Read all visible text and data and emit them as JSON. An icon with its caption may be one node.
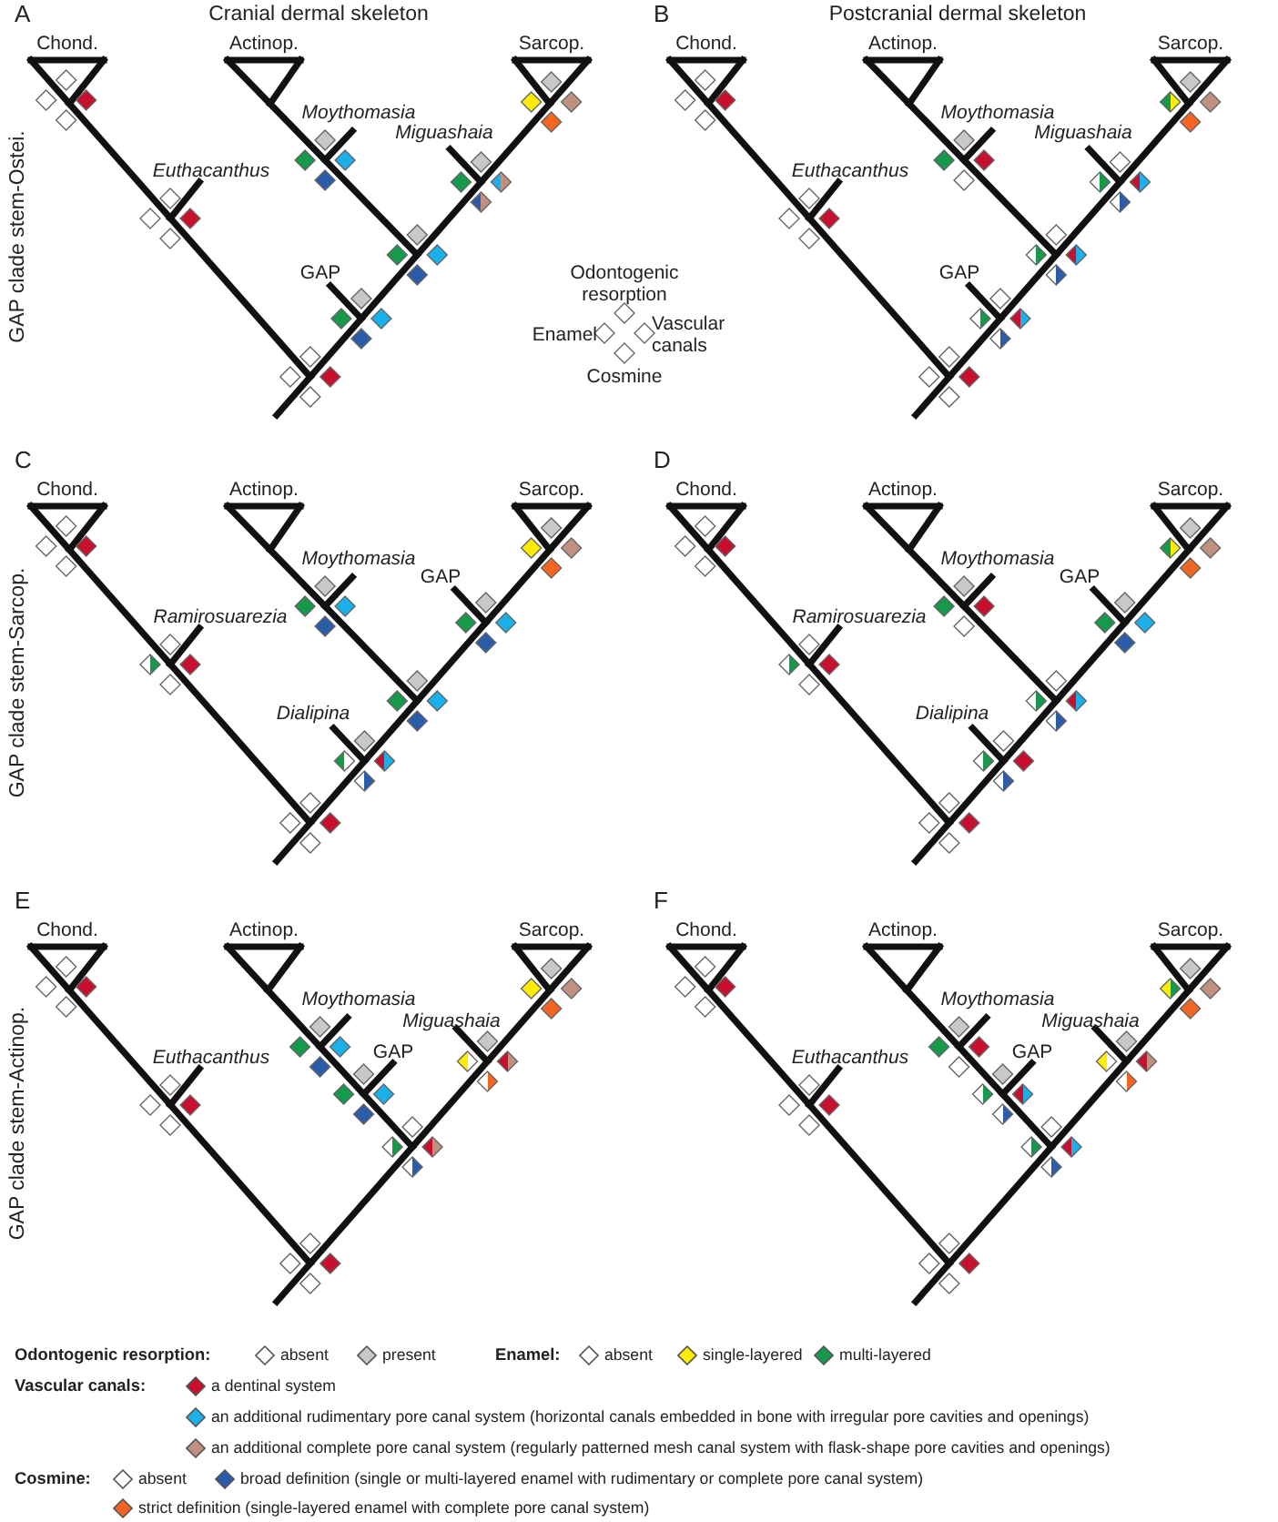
{
  "diagram": {
    "labels": [
      "A",
      "Cranial dermal skeleton",
      "B",
      "Postcranial dermal skeleton",
      "Chond.",
      "Actinop.",
      "Sarcop.",
      "Chond.",
      "Actinop.",
      "Sarcop.",
      "Moythomasia",
      "Miguashaia",
      "Moythomasia",
      "Miguashaia",
      "Euthacanthus",
      "Euthacanthus",
      "GAP clade stem-Ostei.",
      "Odontogenic resorption",
      "GAP",
      "GAP",
      "Enamel",
      "Vascular canals",
      "Cosmine",
      "C",
      "D",
      "Chond.",
      "Actinop.",
      "Sarcop.",
      "Chond.",
      "Actinop.",
      "Sarcop.",
      "Moythomasia",
      "GAP",
      "Moythomasia",
      "GAP",
      "Ramirosuarezia",
      "Ramirosuarezia",
      "GAP clade stem-Sarcop.",
      "Dialipina",
      "Dialipina",
      "E",
      "F",
      "Chond.",
      "Actinop.",
      "Sarcop.",
      "Chond.",
      "Actinop.",
      "Sarcop.",
      "Moythomasia",
      "Miguashaia",
      "Moythomasia",
      "Miguashaia",
      "Euthacanthus",
      "GAP",
      "Euthacanthus",
      "GAP",
      "GAP clade stem-Actinop.",
      "Odontogenic resorption:",
      "Enamel:",
      "Vascular canals:",
      "Cosmine:"
    ],
    "legend": [
      {
        "text": "absent"
      },
      {
        "text": "present",
        "color": "#c8c8c8"
      },
      {
        "text": "absent"
      },
      {
        "text": "single-layered",
        "color": "#ffec00"
      },
      {
        "text": "multi-layered",
        "color": "#16994a"
      },
      {
        "text": "a dentinal system",
        "color": "#c8102e"
      },
      {
        "text": "an additional rudimentary pore canal system (horizontal canals embedded in bone with irregular pore cavities and openings)",
        "color": "#1ab0ea"
      },
      {
        "text": "an additional complete pore canal system (regularly patterned mesh canal system with flask-shape pore cavities and openings)",
        "color": "#c09080"
      },
      {
        "text": "absent"
      },
      {
        "text": "broad definition (single or multi-layered enamel with rudimentary or complete pore canal system)",
        "color": "#2a5caa"
      },
      {
        "text": "strict definition (single-layered enamel with complete pore canal system)",
        "color": "#f26522"
      }
    ]
  }
}
